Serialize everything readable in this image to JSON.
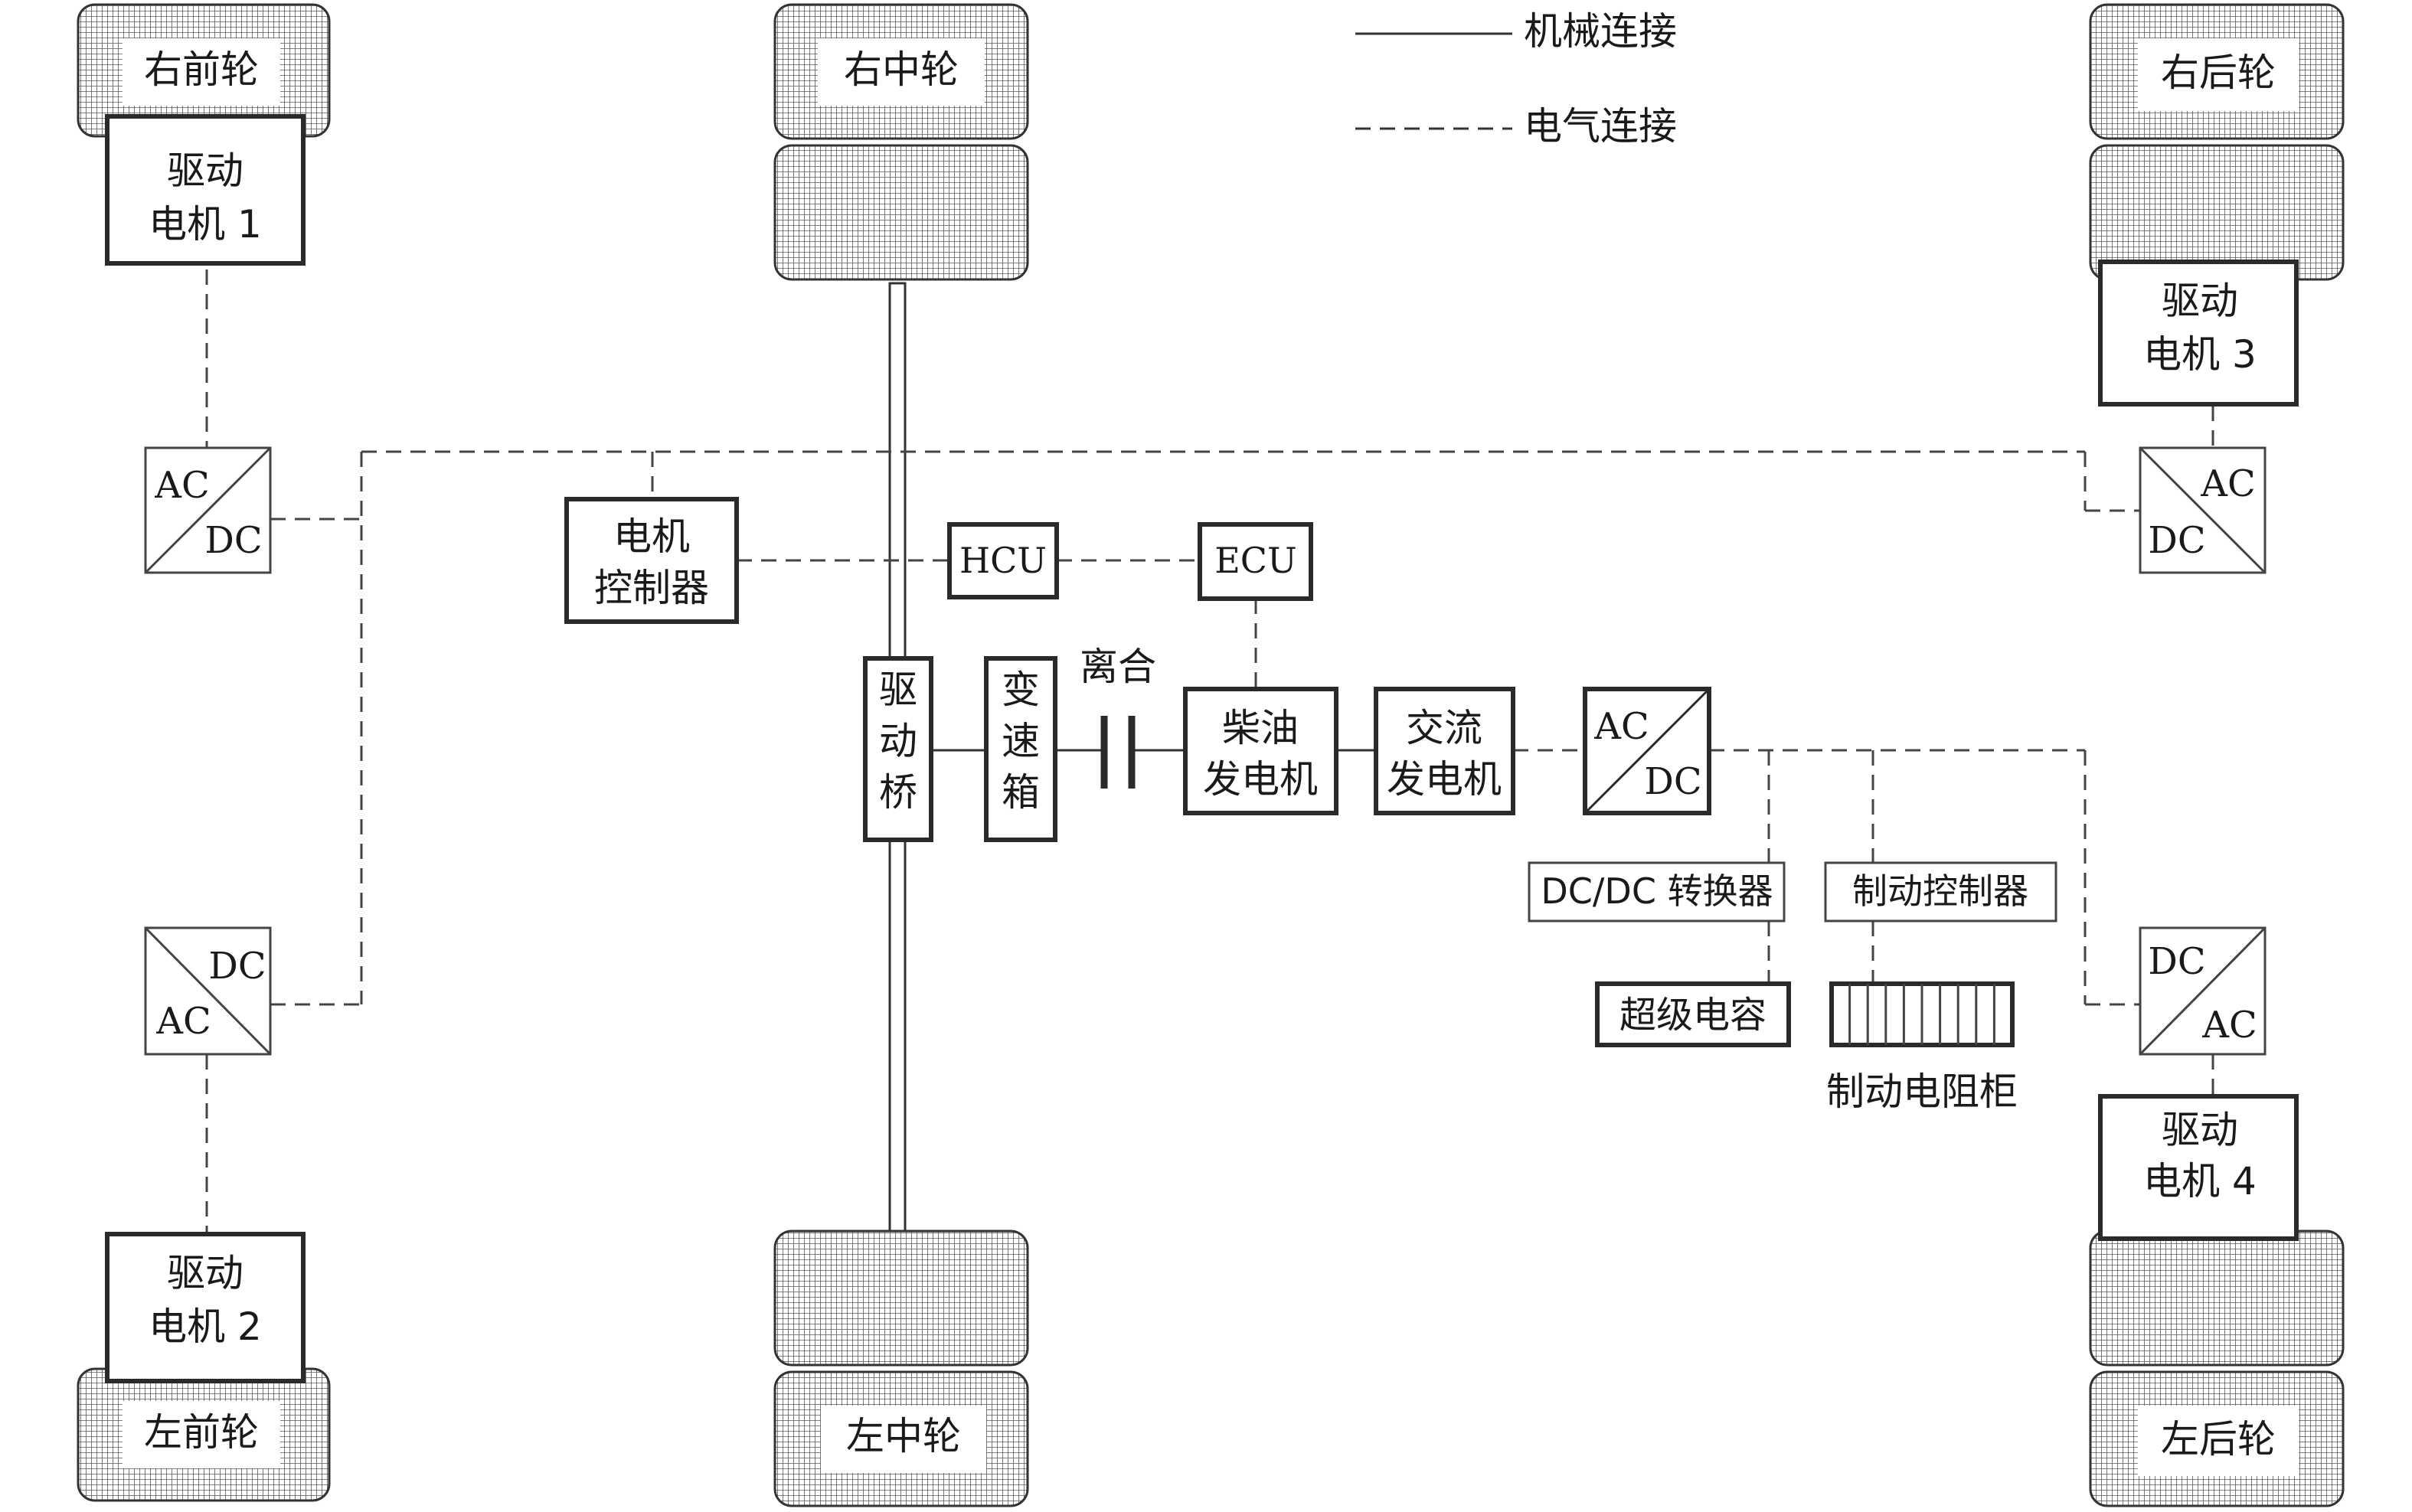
{
  "legend": {
    "mechanical": "机械连接",
    "electrical": "电气连接"
  },
  "wheels": {
    "right_front": "右前轮",
    "right_middle": "右中轮",
    "right_rear": "右后轮",
    "left_front": "左前轮",
    "left_middle": "左中轮",
    "left_rear": "左后轮"
  },
  "motors": {
    "motor1": [
      "驱动",
      "电机 1"
    ],
    "motor2": [
      "驱动",
      "电机 2"
    ],
    "motor3": [
      "驱动",
      "电机 3"
    ],
    "motor4": [
      "驱动",
      "电机 4"
    ]
  },
  "converters": {
    "ac": "AC",
    "dc": "DC"
  },
  "components": {
    "motor_controller": [
      "电机",
      "控制器"
    ],
    "hcu": "HCU",
    "ecu": "ECU",
    "drive_axle": [
      "驱",
      "动",
      "桥"
    ],
    "gearbox": [
      "变",
      "速",
      "箱"
    ],
    "clutch": "离合",
    "diesel_engine": [
      "柴油",
      "发电机"
    ],
    "alternator": [
      "交流",
      "发电机"
    ],
    "dcdc_converter": "DC/DC 转换器",
    "brake_controller": "制动控制器",
    "supercapacitor": "超级电容",
    "brake_resistor": "制动电阻柜"
  },
  "colors": {
    "line": "#333333",
    "box_border": "#2a2a2a",
    "tire_fill": "#9a9a9a",
    "background": "#ffffff"
  }
}
